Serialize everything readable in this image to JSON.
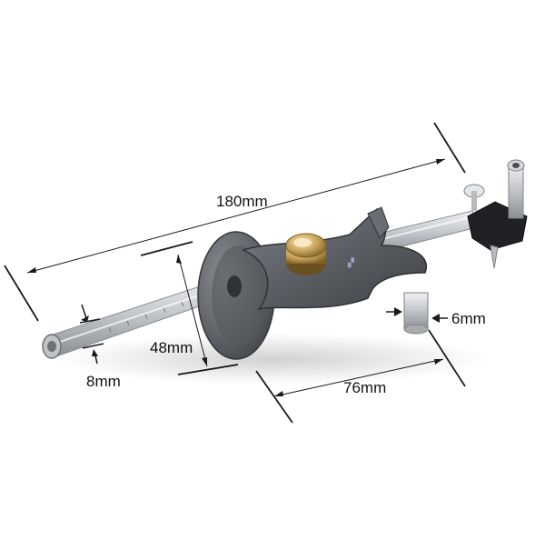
{
  "dimensions": {
    "overall_length": "180mm",
    "fence_diameter": "48mm",
    "rod_diameter": "8mm",
    "body_length": "76mm",
    "cutter_width": "6mm"
  },
  "colors": {
    "background": "#ffffff",
    "steel": "#c9ccd1",
    "gunmetal": "#5d6166",
    "brass": "#c8a35a",
    "dimension_line": "#1a1a1a"
  }
}
